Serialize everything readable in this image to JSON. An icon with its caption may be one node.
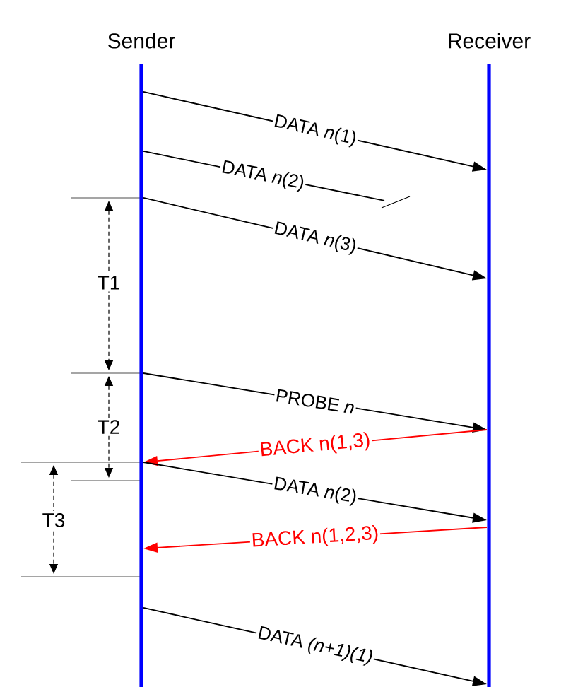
{
  "diagram": {
    "nodes": [
      {
        "text": [
          "Sender"
        ]
      },
      {
        "text": [
          "Receiver"
        ]
      }
    ],
    "edges": [
      {
        "from": 0,
        "to": 1,
        "arrow": "to",
        "label": "DATA *n*(1)"
      },
      {
        "from": 0,
        "to": null,
        "arrow": "none",
        "label": "DATA *n*(2)"
      },
      {
        "from": 0,
        "to": 1,
        "arrow": "to",
        "label": "DATA *n*(3)"
      },
      {
        "from": 0,
        "to": 1,
        "arrow": "to",
        "label": "PROBE *n*"
      },
      {
        "from": 1,
        "to": 0,
        "arrow": "to",
        "label": "BACK n(1,3)",
        "color": "#ff0000"
      },
      {
        "from": 0,
        "to": 1,
        "arrow": "to",
        "label": "DATA *n*(2)"
      },
      {
        "from": 1,
        "to": 0,
        "arrow": "to",
        "label": "BACK n(1,2,3)",
        "color": "#ff0000"
      },
      {
        "from": 0,
        "to": 1,
        "arrow": "to",
        "label": "DATA *(n+1)(1)*"
      }
    ],
    "labels": [
      "T1",
      "T2",
      "T3"
    ]
  }
}
